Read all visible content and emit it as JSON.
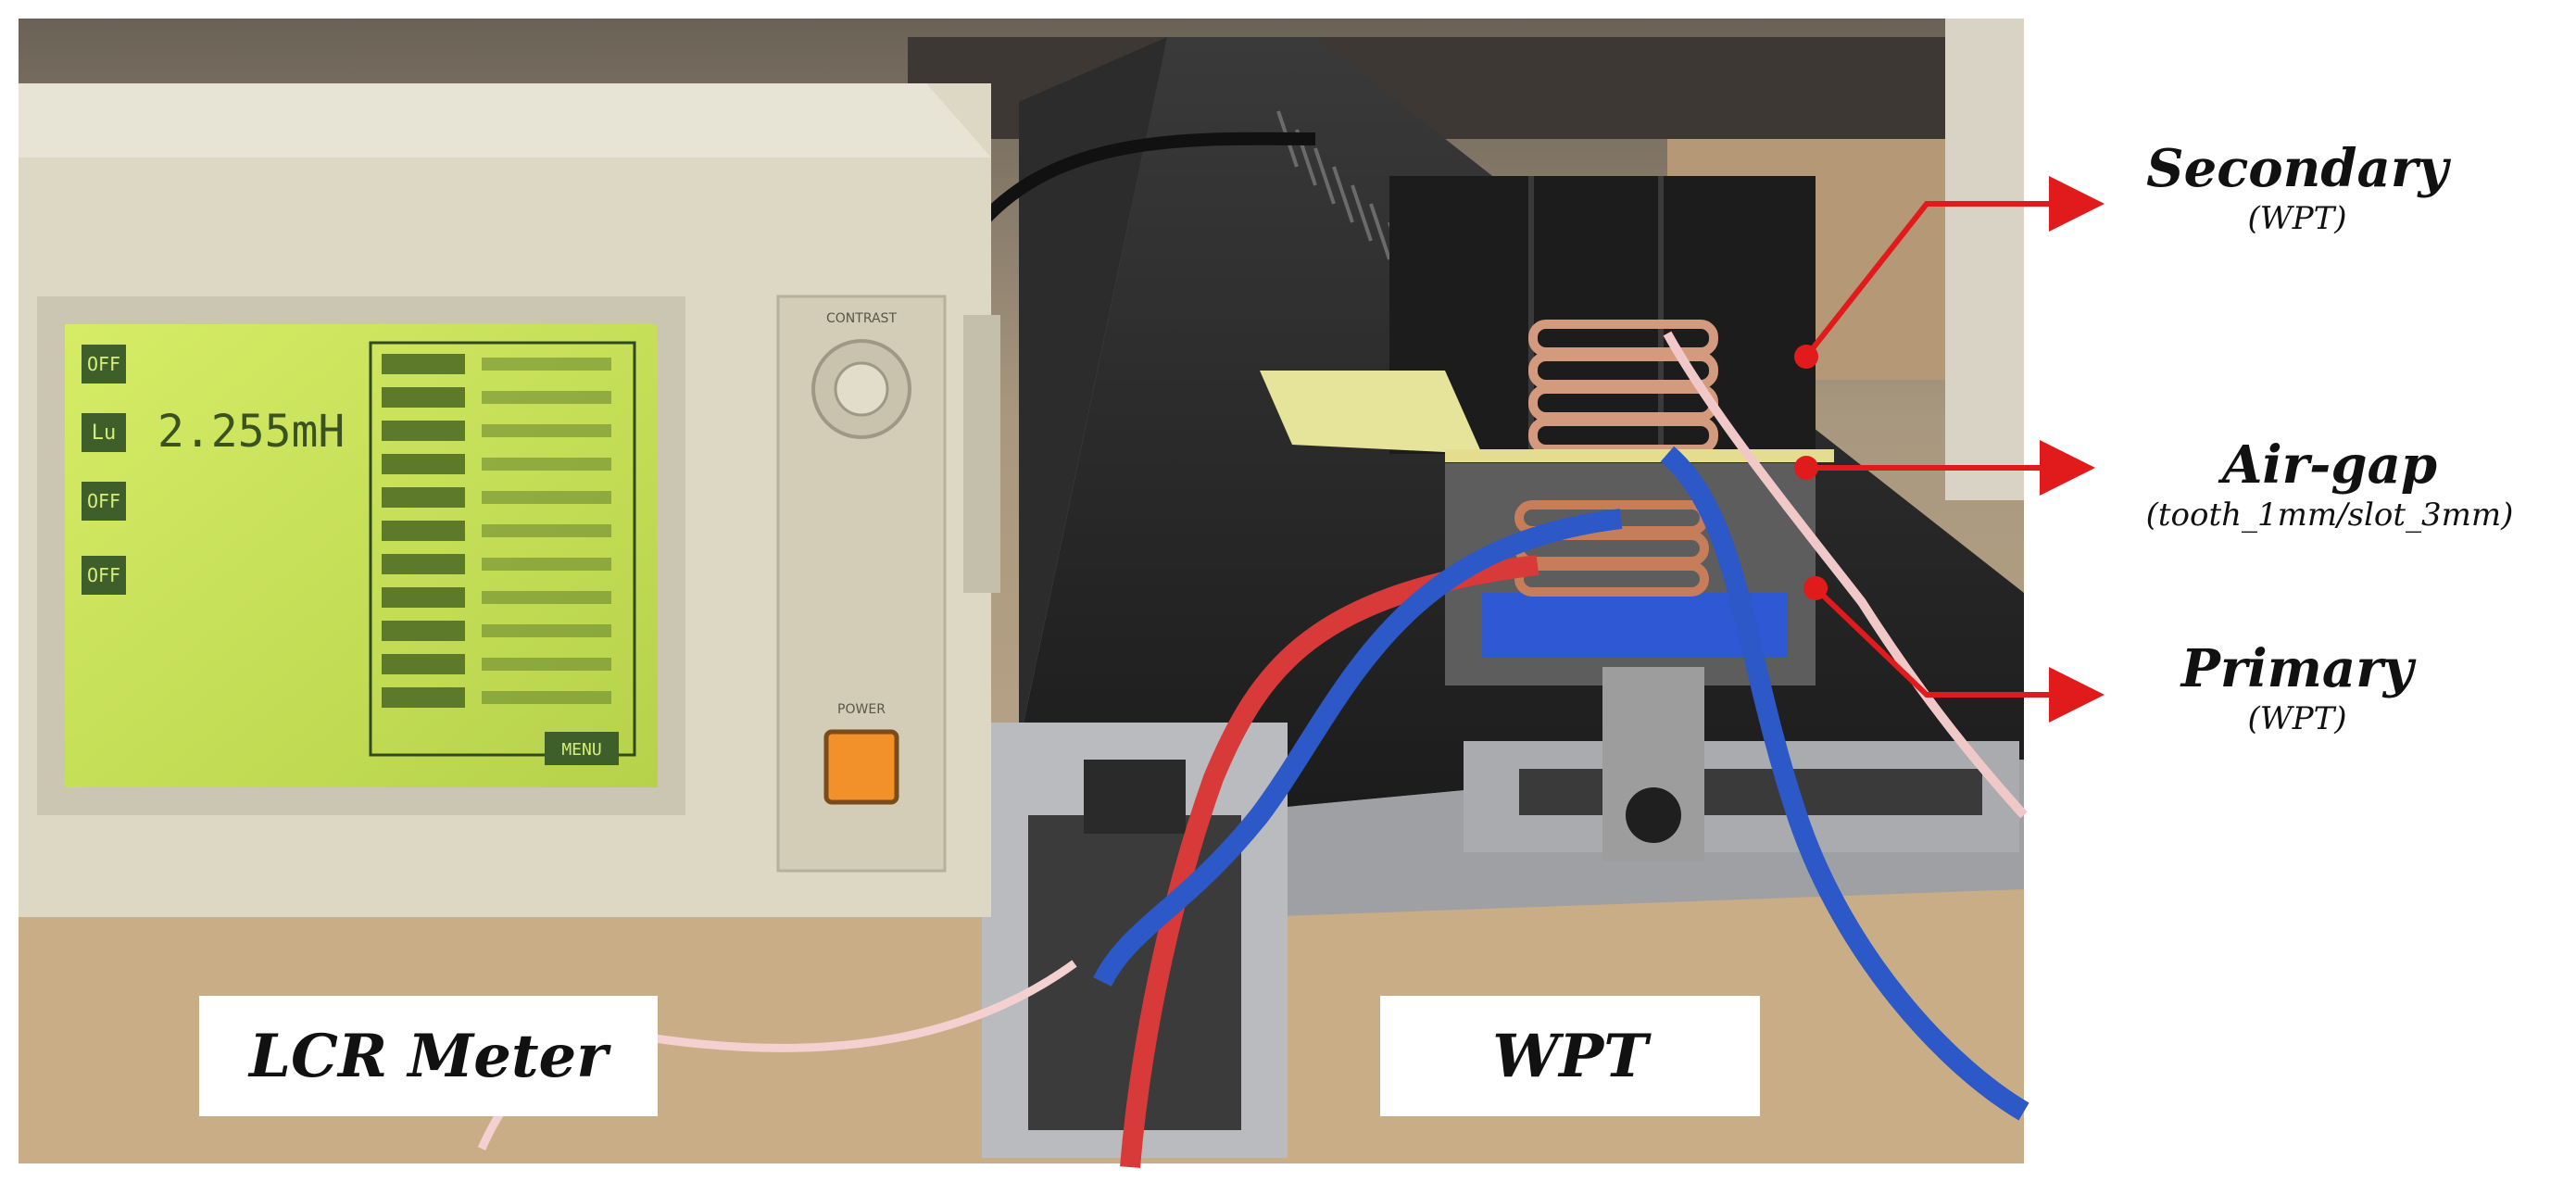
{
  "labels": {
    "lcr_meter": "LCR Meter",
    "wpt": "WPT"
  },
  "callouts": {
    "secondary": {
      "title": "Secondary",
      "sub": "(WPT)"
    },
    "air_gap": {
      "title": "Air-gap",
      "sub": "(tooth_1mm/slot_3mm)"
    },
    "primary": {
      "title": "Primary",
      "sub": "(WPT)"
    }
  },
  "meter": {
    "reading": "2.255mH",
    "side_keys": [
      "OFF",
      "Lu",
      "OFF",
      "OFF"
    ],
    "menu_label": "MENU",
    "contrast_label": "CONTRAST",
    "power_label": "POWER"
  },
  "colors": {
    "arrow": "#e11b1b",
    "lcd": "#c9e05a",
    "meter_body": "#ddd8c4",
    "power_button": "#f2902a",
    "rail": "#262626",
    "wire_red": "#d83a3a",
    "wire_blue": "#2c58c8"
  }
}
